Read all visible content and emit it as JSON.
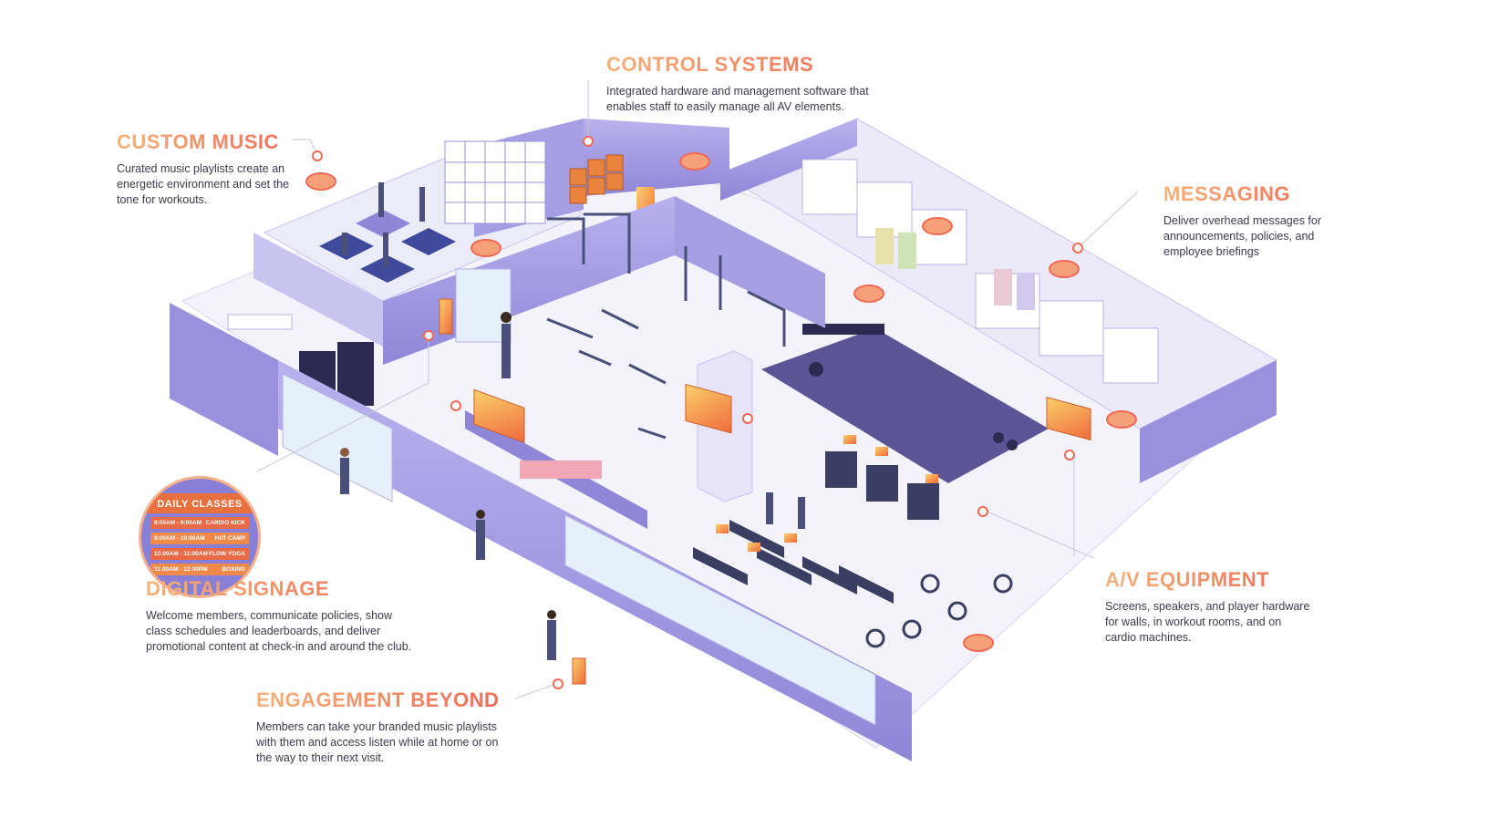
{
  "callouts": {
    "control_systems": {
      "title": "CONTROL SYSTEMS",
      "body": "Integrated hardware and management software that enables staff to easily manage all AV elements."
    },
    "custom_music": {
      "title": "CUSTOM MUSIC",
      "body": "Curated music playlists create an energetic environment and set the tone for workouts."
    },
    "messaging": {
      "title": "MESSAGING",
      "body": "Deliver overhead messages for announcements, policies, and employee briefings"
    },
    "digital_signage": {
      "title": "DIGITAL SIGNAGE",
      "body": "Welcome members, communicate policies, show class schedules and leaderboards, and deliver promotional content at check-in and around the club."
    },
    "av_equipment": {
      "title": "A/V EQUIPMENT",
      "body": "Screens, speakers, and player hardware for walls, in workout rooms, and on cardio machines."
    },
    "engagement": {
      "title": "ENGAGEMENT BEYOND THE GYM",
      "body": "Members can take your branded music playlists with them and access listen while at home or on the way to their next visit."
    }
  },
  "signage_badge": {
    "title": "DAILY CLASSES",
    "rows": [
      {
        "time": "8:00AM - 9:00AM",
        "class": "CARDIO KICK"
      },
      {
        "time": "9:00AM - 10:00AM",
        "class": "HIIT CAMP"
      },
      {
        "time": "10:00AM - 11:00AM",
        "class": "FLOW YOGA"
      },
      {
        "time": "11:00AM - 12:00PM",
        "class": "BOXING"
      }
    ]
  },
  "colors": {
    "accent_start": "#f6b27a",
    "accent_end": "#ef6a55",
    "wall": "#8f86d8",
    "wall_light": "#c9c3f0",
    "floor": "#f4f3fb",
    "dark_floor": "#5b5596",
    "screen": "#f58a43"
  }
}
